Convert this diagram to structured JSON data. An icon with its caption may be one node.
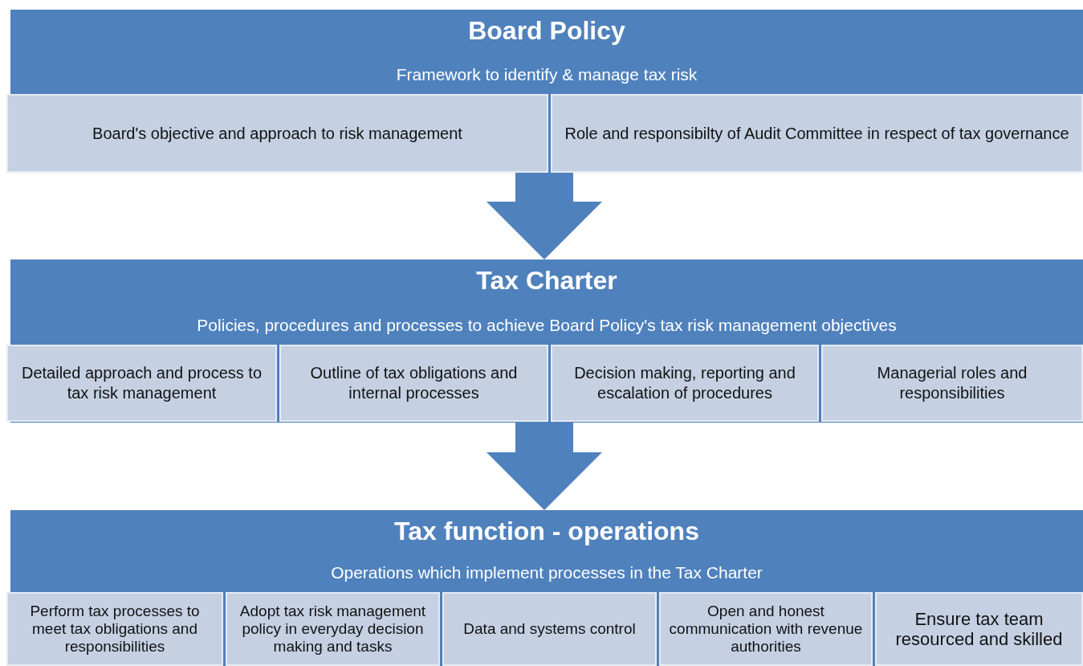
{
  "diagram": {
    "nodes": [
      {
        "text": [
          "Board Policy",
          "Framework to identify & manage tax risk"
        ]
      },
      {
        "text": [
          "Board's  objective and approach to risk management"
        ],
        "in": 0
      },
      {
        "text": [
          "Role and responsibilty of Audit Committee in respect of tax governance"
        ],
        "in": 0
      },
      {
        "text": [
          "Tax Charter",
          "Policies, procedures and processes to achieve Board Policy's tax risk management objectives"
        ]
      },
      {
        "text": [
          "Detailed approach and process to tax risk management"
        ],
        "in": 3
      },
      {
        "text": [
          "Outline of tax obligations and internal processes"
        ],
        "in": 3
      },
      {
        "text": [
          "Decision making, reporting and escalation of procedures"
        ],
        "in": 3
      },
      {
        "text": [
          "Managerial roles and responsibilities"
        ],
        "in": 3
      },
      {
        "text": [
          "Tax function - operations",
          "Operations which implement  processes in the Tax Charter"
        ]
      },
      {
        "text": [
          "Perform tax processes to meet tax obligations and responsibilities"
        ],
        "in": 8
      },
      {
        "text": [
          "Adopt tax risk management policy in everyday decision making and tasks"
        ],
        "in": 8
      },
      {
        "text": [
          "Data and systems control"
        ],
        "in": 8
      },
      {
        "text": [
          "Open and honest communication with revenue authorities"
        ],
        "in": 8
      },
      {
        "text": [
          "Ensure tax team resourced and skilled"
        ],
        "in": 8
      }
    ],
    "edges": [
      {
        "from": 0,
        "to": 3,
        "arrow": "to"
      },
      {
        "from": 3,
        "to": 8,
        "arrow": "to"
      }
    ]
  }
}
